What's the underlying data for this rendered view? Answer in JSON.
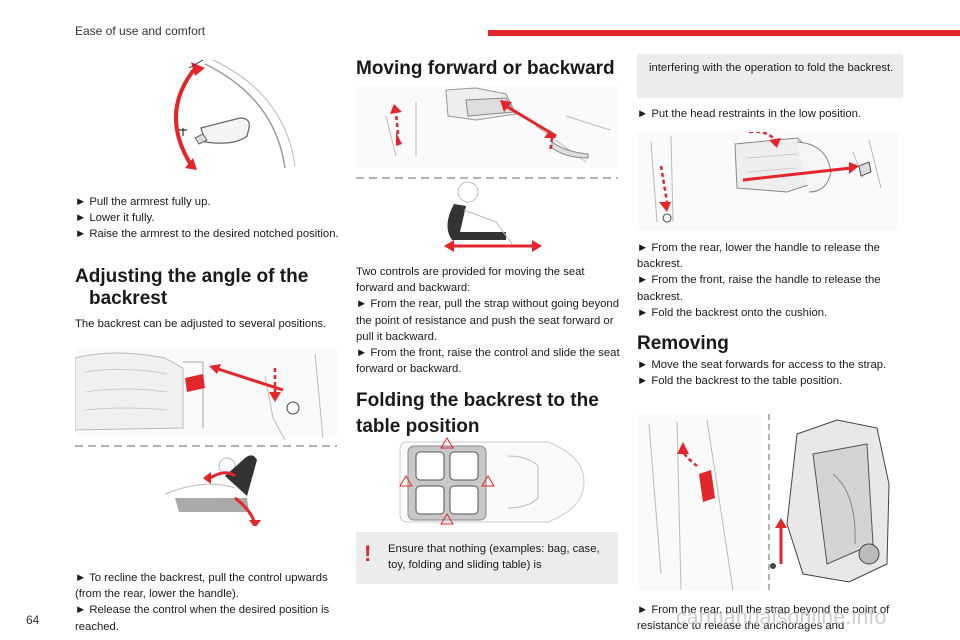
{
  "header": {
    "section_title": "Ease of use and comfort",
    "accent_color": "#e3262c"
  },
  "page_number": "64",
  "watermark": "carmanualsonline.info",
  "col1": {
    "armrest_steps": [
      "► Pull the armrest fully up.",
      "► Lower it fully.",
      "► Raise the armrest to the desired notched position."
    ],
    "backrest_title_line1": "Adjusting the angle of the",
    "backrest_title_line2": "backrest",
    "backrest_intro": "The backrest can be adjusted to several positions.",
    "backrest_steps": [
      "► To recline the backrest, pull the control upwards (from the rear, lower the handle).",
      "► Release the control when the desired position is reached."
    ]
  },
  "col2": {
    "moving_title": "Moving forward or backward",
    "moving_text": [
      "Two controls are provided for moving the seat forward and backward:",
      "► From the rear, pull the strap without going beyond the point of resistance and push the seat forward or pull it backward.",
      "► From the front, raise the control and slide the seat forward or backward."
    ],
    "folding_title_line1": "Folding the backrest to the",
    "folding_title_line2": "table position",
    "warning_text": "Ensure that nothing (examples: bag, case, toy, folding and sliding table) is"
  },
  "col3": {
    "warning_cont": "interfering with the operation to fold the backrest.",
    "head_step": "► Put the head restraints in the low position.",
    "release_steps": [
      "► From the rear, lower the handle to release the backrest.",
      "► From the front, raise the handle to release the backrest.",
      "► Fold the backrest onto the cushion."
    ],
    "removing_title": "Removing",
    "removing_steps": [
      "► Move the seat forwards for access to the strap.",
      "► Fold the backrest to the table position."
    ],
    "final_step": "► From the rear, pull the strap beyond the point of resistance to release the anchorages and"
  }
}
